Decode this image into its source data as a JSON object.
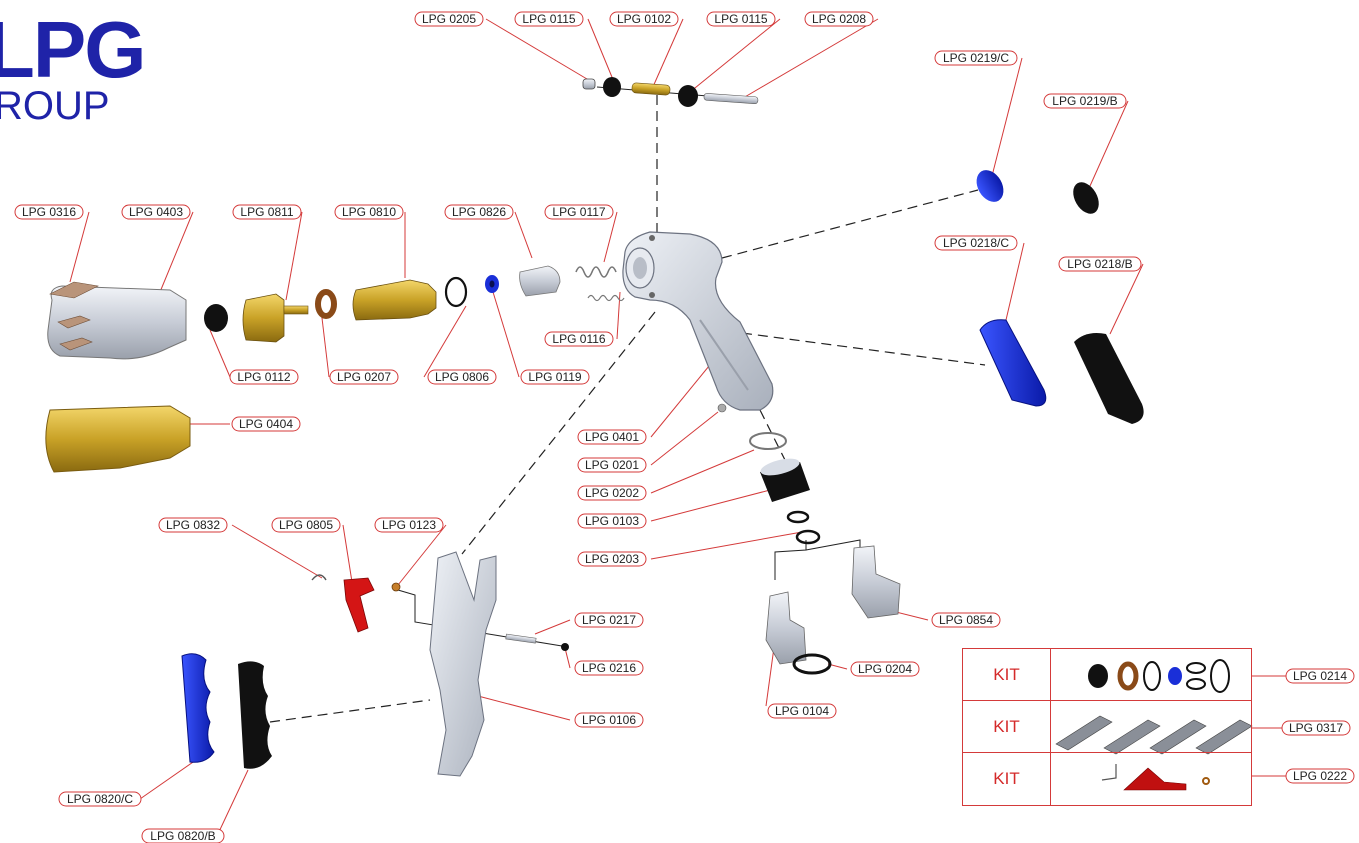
{
  "logo": {
    "line1": "LPG",
    "line2": "ROUP"
  },
  "labels": [
    {
      "id": "p0205",
      "text": "LPG 0205"
    },
    {
      "id": "p0115a",
      "text": "LPG 0115"
    },
    {
      "id": "p0102",
      "text": "LPG 0102"
    },
    {
      "id": "p0115b",
      "text": "LPG 0115"
    },
    {
      "id": "p0208",
      "text": "LPG 0208"
    },
    {
      "id": "p0219c",
      "text": "LPG 0219/C"
    },
    {
      "id": "p0219b",
      "text": "LPG 0219/B"
    },
    {
      "id": "p0218c",
      "text": "LPG 0218/C"
    },
    {
      "id": "p0218b",
      "text": "LPG 0218/B"
    },
    {
      "id": "p0316",
      "text": "LPG 0316"
    },
    {
      "id": "p0403",
      "text": "LPG 0403"
    },
    {
      "id": "p0811",
      "text": "LPG 0811"
    },
    {
      "id": "p0810",
      "text": "LPG 0810"
    },
    {
      "id": "p0826",
      "text": "LPG 0826"
    },
    {
      "id": "p0117",
      "text": "LPG 0117"
    },
    {
      "id": "p0116",
      "text": "LPG 0116"
    },
    {
      "id": "p0112",
      "text": "LPG 0112"
    },
    {
      "id": "p0207",
      "text": "LPG 0207"
    },
    {
      "id": "p0806",
      "text": "LPG 0806"
    },
    {
      "id": "p0119",
      "text": "LPG 0119"
    },
    {
      "id": "p0404",
      "text": "LPG 0404"
    },
    {
      "id": "p0401",
      "text": "LPG 0401"
    },
    {
      "id": "p0201",
      "text": "LPG 0201"
    },
    {
      "id": "p0202",
      "text": "LPG 0202"
    },
    {
      "id": "p0103",
      "text": "LPG 0103"
    },
    {
      "id": "p0203",
      "text": "LPG 0203"
    },
    {
      "id": "p0832",
      "text": "LPG 0832"
    },
    {
      "id": "p0805",
      "text": "LPG 0805"
    },
    {
      "id": "p0123",
      "text": "LPG 0123"
    },
    {
      "id": "p0217",
      "text": "LPG 0217"
    },
    {
      "id": "p0216",
      "text": "LPG 0216"
    },
    {
      "id": "p0106",
      "text": "LPG 0106"
    },
    {
      "id": "p0854",
      "text": "LPG 0854"
    },
    {
      "id": "p0204",
      "text": "LPG 0204"
    },
    {
      "id": "p0104",
      "text": "LPG 0104"
    },
    {
      "id": "p0820c",
      "text": "LPG 0820/C"
    },
    {
      "id": "p0820b",
      "text": "LPG 0820/B"
    },
    {
      "id": "p0214",
      "text": "LPG 0214"
    },
    {
      "id": "p0317",
      "text": "LPG 0317"
    },
    {
      "id": "p0222",
      "text": "LPG 0222"
    }
  ],
  "kit_table": {
    "rows": [
      {
        "label": "KIT",
        "part": "LPG 0214"
      },
      {
        "label": "KIT",
        "part": "LPG 0317"
      },
      {
        "label": "KIT",
        "part": "LPG 0222"
      }
    ]
  },
  "colors": {
    "label_border": "#d43a3a",
    "leader": "#d43a3a",
    "logo": "#1f23a8",
    "blue_part": "#1a2fd8",
    "black_part": "#111111",
    "brass": "#c9a227",
    "red_trigger": "#d41515",
    "silver": "#d8dde6"
  }
}
